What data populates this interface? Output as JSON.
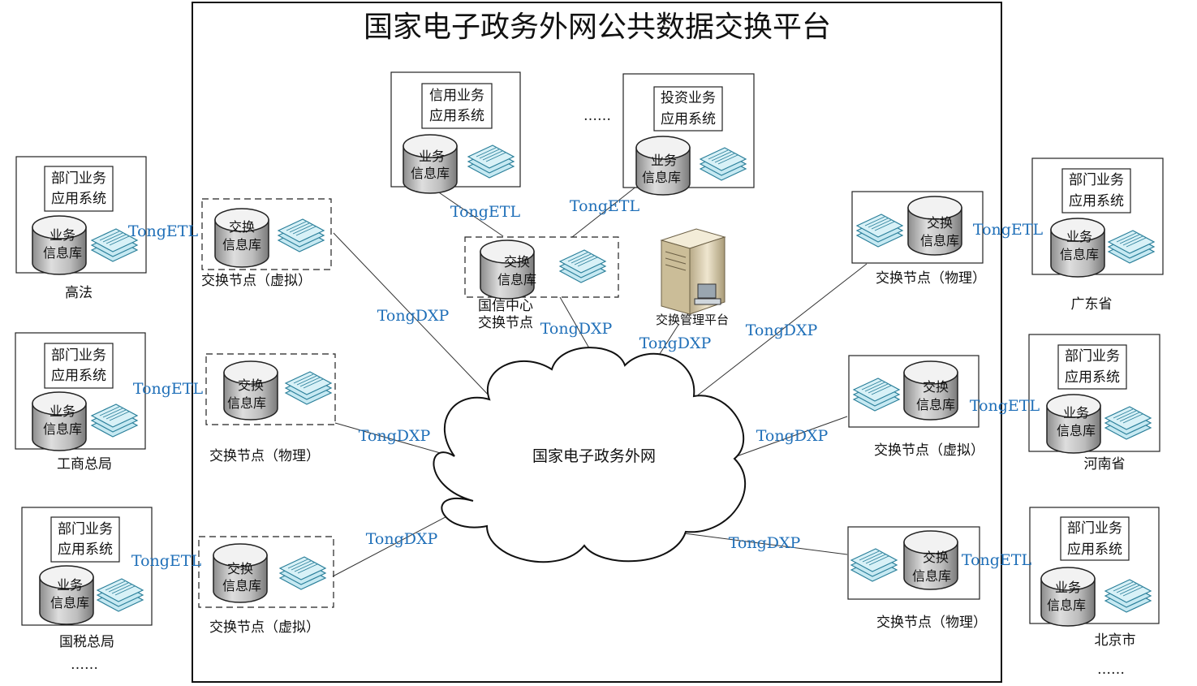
{
  "title": "国家电子政务外网公共数据交换平台",
  "cloud_label": "国家电子政务外网",
  "mgmt_label": "交换管理平台",
  "labels": {
    "app_system": [
      "部门业务",
      "应用系统"
    ],
    "biz_db": [
      "业务",
      "信息库"
    ],
    "exch_db": [
      "交换",
      "信息库"
    ],
    "etl": "TongETL",
    "dxp": "TongDXP",
    "ellipsis": "……"
  },
  "top_systems": [
    {
      "app": [
        "信用业务",
        "应用系统"
      ],
      "db": [
        "业务",
        "信息库"
      ]
    },
    {
      "app": [
        "投资业务",
        "应用系统"
      ],
      "db": [
        "业务",
        "信息库"
      ]
    }
  ],
  "center_node": {
    "db": [
      "交换",
      "信息库"
    ],
    "caption": [
      "国信中心",
      "交换节点"
    ]
  },
  "left_departments": [
    "高法",
    "工商总局",
    "国税总局"
  ],
  "right_departments": [
    "广东省",
    "河南省",
    "北京市"
  ],
  "left_node_captions": [
    "交换节点（虚拟）",
    "交换节点（物理）",
    "交换节点（虚拟）"
  ],
  "right_node_captions": [
    "交换节点（物理）",
    "交换节点（虚拟）",
    "交换节点（物理）"
  ],
  "colors": {
    "tech_blue": "#1f6fb8",
    "doc_fill": "#c6e9f2",
    "doc_stroke": "#2a7f9a",
    "cylinder_top": "#eeeeee",
    "cylinder_body": "#bdbdbd"
  }
}
